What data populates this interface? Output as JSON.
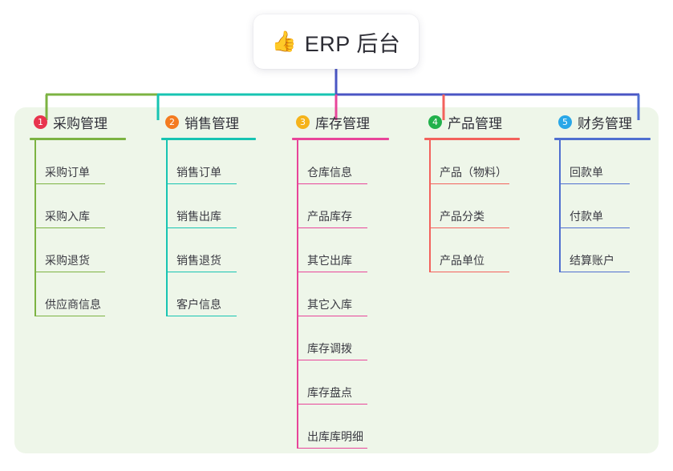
{
  "root": {
    "icon": "thumbs-up-icon",
    "emoji": "👍",
    "title": "ERP 后台"
  },
  "palette": {
    "canvas_bg": "#ffffff",
    "panel_bg": "#eef6e9",
    "root_text": "#2c2c34",
    "leaf_text": "#3a3a42",
    "trunk_color": "#4a56c4"
  },
  "columns": [
    {
      "number": "1",
      "title": "采购管理",
      "badge_color": "#e8344e",
      "line_color": "#7cb342",
      "items": [
        {
          "label": "采购订单"
        },
        {
          "label": "采购入库"
        },
        {
          "label": "采购退货"
        },
        {
          "label": "供应商信息"
        }
      ]
    },
    {
      "number": "2",
      "title": "销售管理",
      "badge_color": "#f47b20",
      "line_color": "#17c4b2",
      "items": [
        {
          "label": "销售订单"
        },
        {
          "label": "销售出库"
        },
        {
          "label": "销售退货"
        },
        {
          "label": "客户信息"
        }
      ]
    },
    {
      "number": "3",
      "title": "库存管理",
      "badge_color": "#f5b31b",
      "line_color": "#e8459a",
      "items": [
        {
          "label": "仓库信息"
        },
        {
          "label": "产品库存"
        },
        {
          "label": "其它出库"
        },
        {
          "label": "其它入库"
        },
        {
          "label": "库存调拨"
        },
        {
          "label": "库存盘点"
        },
        {
          "label": "出库库明细"
        }
      ]
    },
    {
      "number": "4",
      "title": "产品管理",
      "badge_color": "#22b14c",
      "line_color": "#f3625c",
      "items": [
        {
          "label": "产品（物料）"
        },
        {
          "label": "产品分类"
        },
        {
          "label": "产品单位"
        }
      ]
    },
    {
      "number": "5",
      "title": "财务管理",
      "badge_color": "#29a7e8",
      "line_color": "#4f6fd0",
      "items": [
        {
          "label": "回款单"
        },
        {
          "label": "付款单"
        },
        {
          "label": "结算账户"
        }
      ]
    }
  ]
}
